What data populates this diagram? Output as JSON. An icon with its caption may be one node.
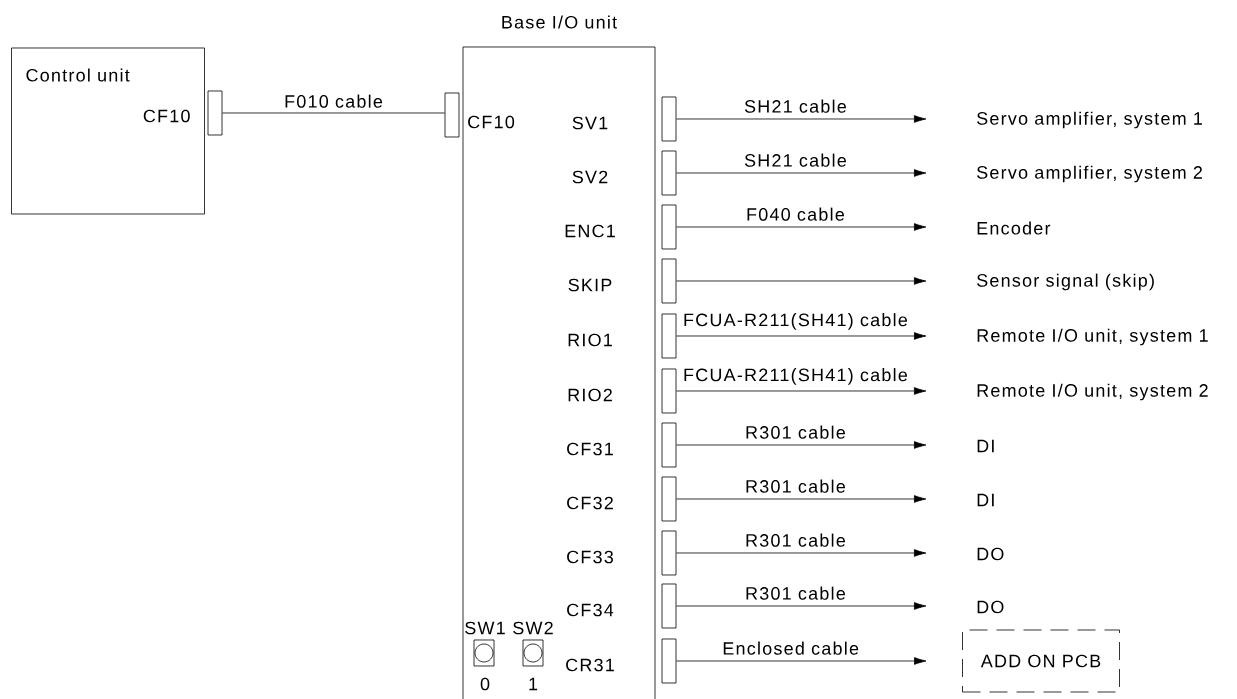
{
  "diagram": {
    "nodes": [
      {
        "text": [
          "Control unit",
          "CF10"
        ]
      },
      {
        "text": [],
        "shape": "box"
      },
      {
        "text": [
          "Base I/O unit"
        ]
      },
      {
        "text": [],
        "shape": "box"
      },
      {
        "text": [],
        "shape": "box"
      },
      {
        "text": [],
        "shape": "box"
      },
      {
        "text": [],
        "shape": "box"
      },
      {
        "text": [],
        "shape": "box"
      },
      {
        "text": [],
        "shape": "box"
      },
      {
        "text": [],
        "shape": "box"
      },
      {
        "text": [],
        "shape": "box"
      },
      {
        "text": [],
        "shape": "box"
      },
      {
        "text": [],
        "shape": "box"
      },
      {
        "text": [],
        "shape": "box"
      },
      {
        "text": [],
        "shape": "box"
      },
      {
        "text": [
          "Servo amplifier, system 1"
        ]
      },
      {
        "text": [
          "Servo amplifier, system 2"
        ]
      },
      {
        "text": [
          "Encoder"
        ]
      },
      {
        "text": [
          "Sensor signal (skip)"
        ]
      },
      {
        "text": [
          "Remote I/O unit, system 1"
        ]
      },
      {
        "text": [
          "Remote I/O unit, system 2"
        ]
      },
      {
        "text": [
          "DI"
        ]
      },
      {
        "text": [
          "DI"
        ]
      },
      {
        "text": [
          "DO"
        ]
      },
      {
        "text": [
          "DO"
        ]
      },
      {
        "text": [
          "ADD ON PCB"
        ]
      }
    ],
    "edges": [
      {
        "from": 1,
        "to": 3,
        "arrow": "none",
        "label": "F010 cable"
      },
      {
        "from": 4,
        "to": 15,
        "arrow": "to",
        "label": "SH21 cable"
      },
      {
        "from": 5,
        "to": 16,
        "arrow": "to",
        "label": "SH21 cable"
      },
      {
        "from": 6,
        "to": 17,
        "arrow": "to",
        "label": "F040 cable"
      },
      {
        "from": 7,
        "to": 18,
        "arrow": "to"
      },
      {
        "from": 8,
        "to": 19,
        "arrow": "to",
        "label": "FCUA-R211(SH41) cable"
      },
      {
        "from": 9,
        "to": 20,
        "arrow": "to",
        "label": "FCUA-R211(SH41) cable"
      },
      {
        "from": 10,
        "to": 21,
        "arrow": "to",
        "label": "R301 cable"
      },
      {
        "from": 11,
        "to": 22,
        "arrow": "to",
        "label": "R301 cable"
      },
      {
        "from": 12,
        "to": 23,
        "arrow": "to",
        "label": "R301 cable"
      },
      {
        "from": 13,
        "to": 24,
        "arrow": "to",
        "label": "R301 cable"
      },
      {
        "from": 14,
        "to": 25,
        "arrow": "to",
        "label": "Enclosed cable"
      }
    ],
    "labels": [
      "CF10",
      "SV1",
      "SV2",
      "ENC1",
      "SKIP",
      "RIO1",
      "RIO2",
      "CF31",
      "CF32",
      "CF33",
      "CF34",
      "CR31",
      "SW1",
      "SW2",
      "0",
      "1"
    ]
  }
}
